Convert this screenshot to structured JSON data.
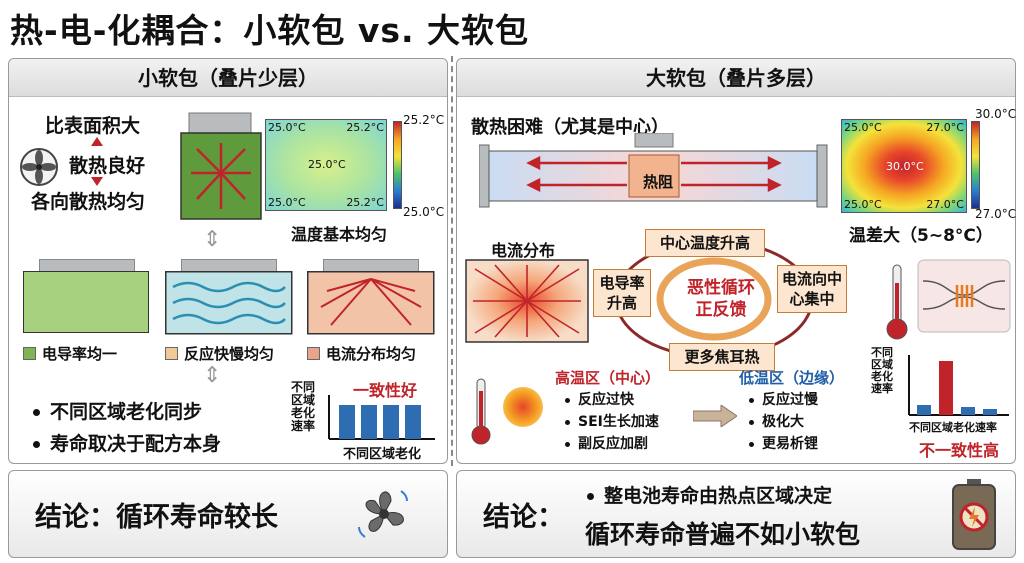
{
  "title": "热-电-化耦合：小软包 vs. 大软包",
  "left": {
    "header": "小软包（叠片少层）",
    "feature_top": "比表面积大",
    "feature_mid": "散热良好",
    "feature_bottom": "各向散热均匀",
    "thermal": {
      "tl": "25.0°C",
      "tr": "25.2°C",
      "center": "25.0°C",
      "bl": "25.0°C",
      "br": "25.2°C",
      "scale_max": "25.2°C",
      "scale_min": "25.0°C"
    },
    "thermal_caption": "温度基本均匀",
    "legend": [
      "电导率均一",
      "反应快慢均匀",
      "电流分布均匀"
    ],
    "bullets": [
      "不同区域老化同步",
      "寿命取决于配方本身"
    ],
    "bar_chart": {
      "ylabel": "不同区域老化速率",
      "xlabel": "不同区域老化",
      "label": "一致性好"
    }
  },
  "right": {
    "header": "大软包（叠片多层）",
    "heat_caption": "散热困难（尤其是中心）",
    "heat_resist": "热阻",
    "thermal": {
      "tl": "25.0°C",
      "tr": "27.0°C",
      "center": "30.0°C",
      "bl": "25.0°C",
      "br": "27.0°C",
      "scale_max": "30.0°C",
      "scale_min": "27.0°C"
    },
    "temp_diff": "温差大（5~8°C）",
    "current_label": "电流分布",
    "cycle": {
      "top": "中心温度升高",
      "right": "电流向中心集中",
      "bottom": "更多焦耳热",
      "left": "电导率升高",
      "center": "恶性循环正反馈"
    },
    "hot_zone": {
      "title": "高温区（中心）",
      "items": [
        "反应过快",
        "SEI生长加速",
        "副反应加剧"
      ]
    },
    "cold_zone": {
      "title": "低温区（边缘）",
      "items": [
        "反应过慢",
        "极化大",
        "更易析锂"
      ]
    },
    "bar_chart": {
      "ylabel": "不同区域老化速率",
      "xlabel": "不同区域老化速率",
      "label": "不一致性高"
    }
  },
  "conclusion_left": {
    "prefix": "结论：",
    "text": "循环寿命较长"
  },
  "conclusion_right": {
    "prefix": "结论：",
    "line1": "整电池寿命由热点区域决定",
    "line2": "循环寿命普遍不如小软包"
  },
  "colors": {
    "red": "#c0242a",
    "blue": "#1f5fa8",
    "green": "#6fae45",
    "orange": "#e07a2a"
  }
}
